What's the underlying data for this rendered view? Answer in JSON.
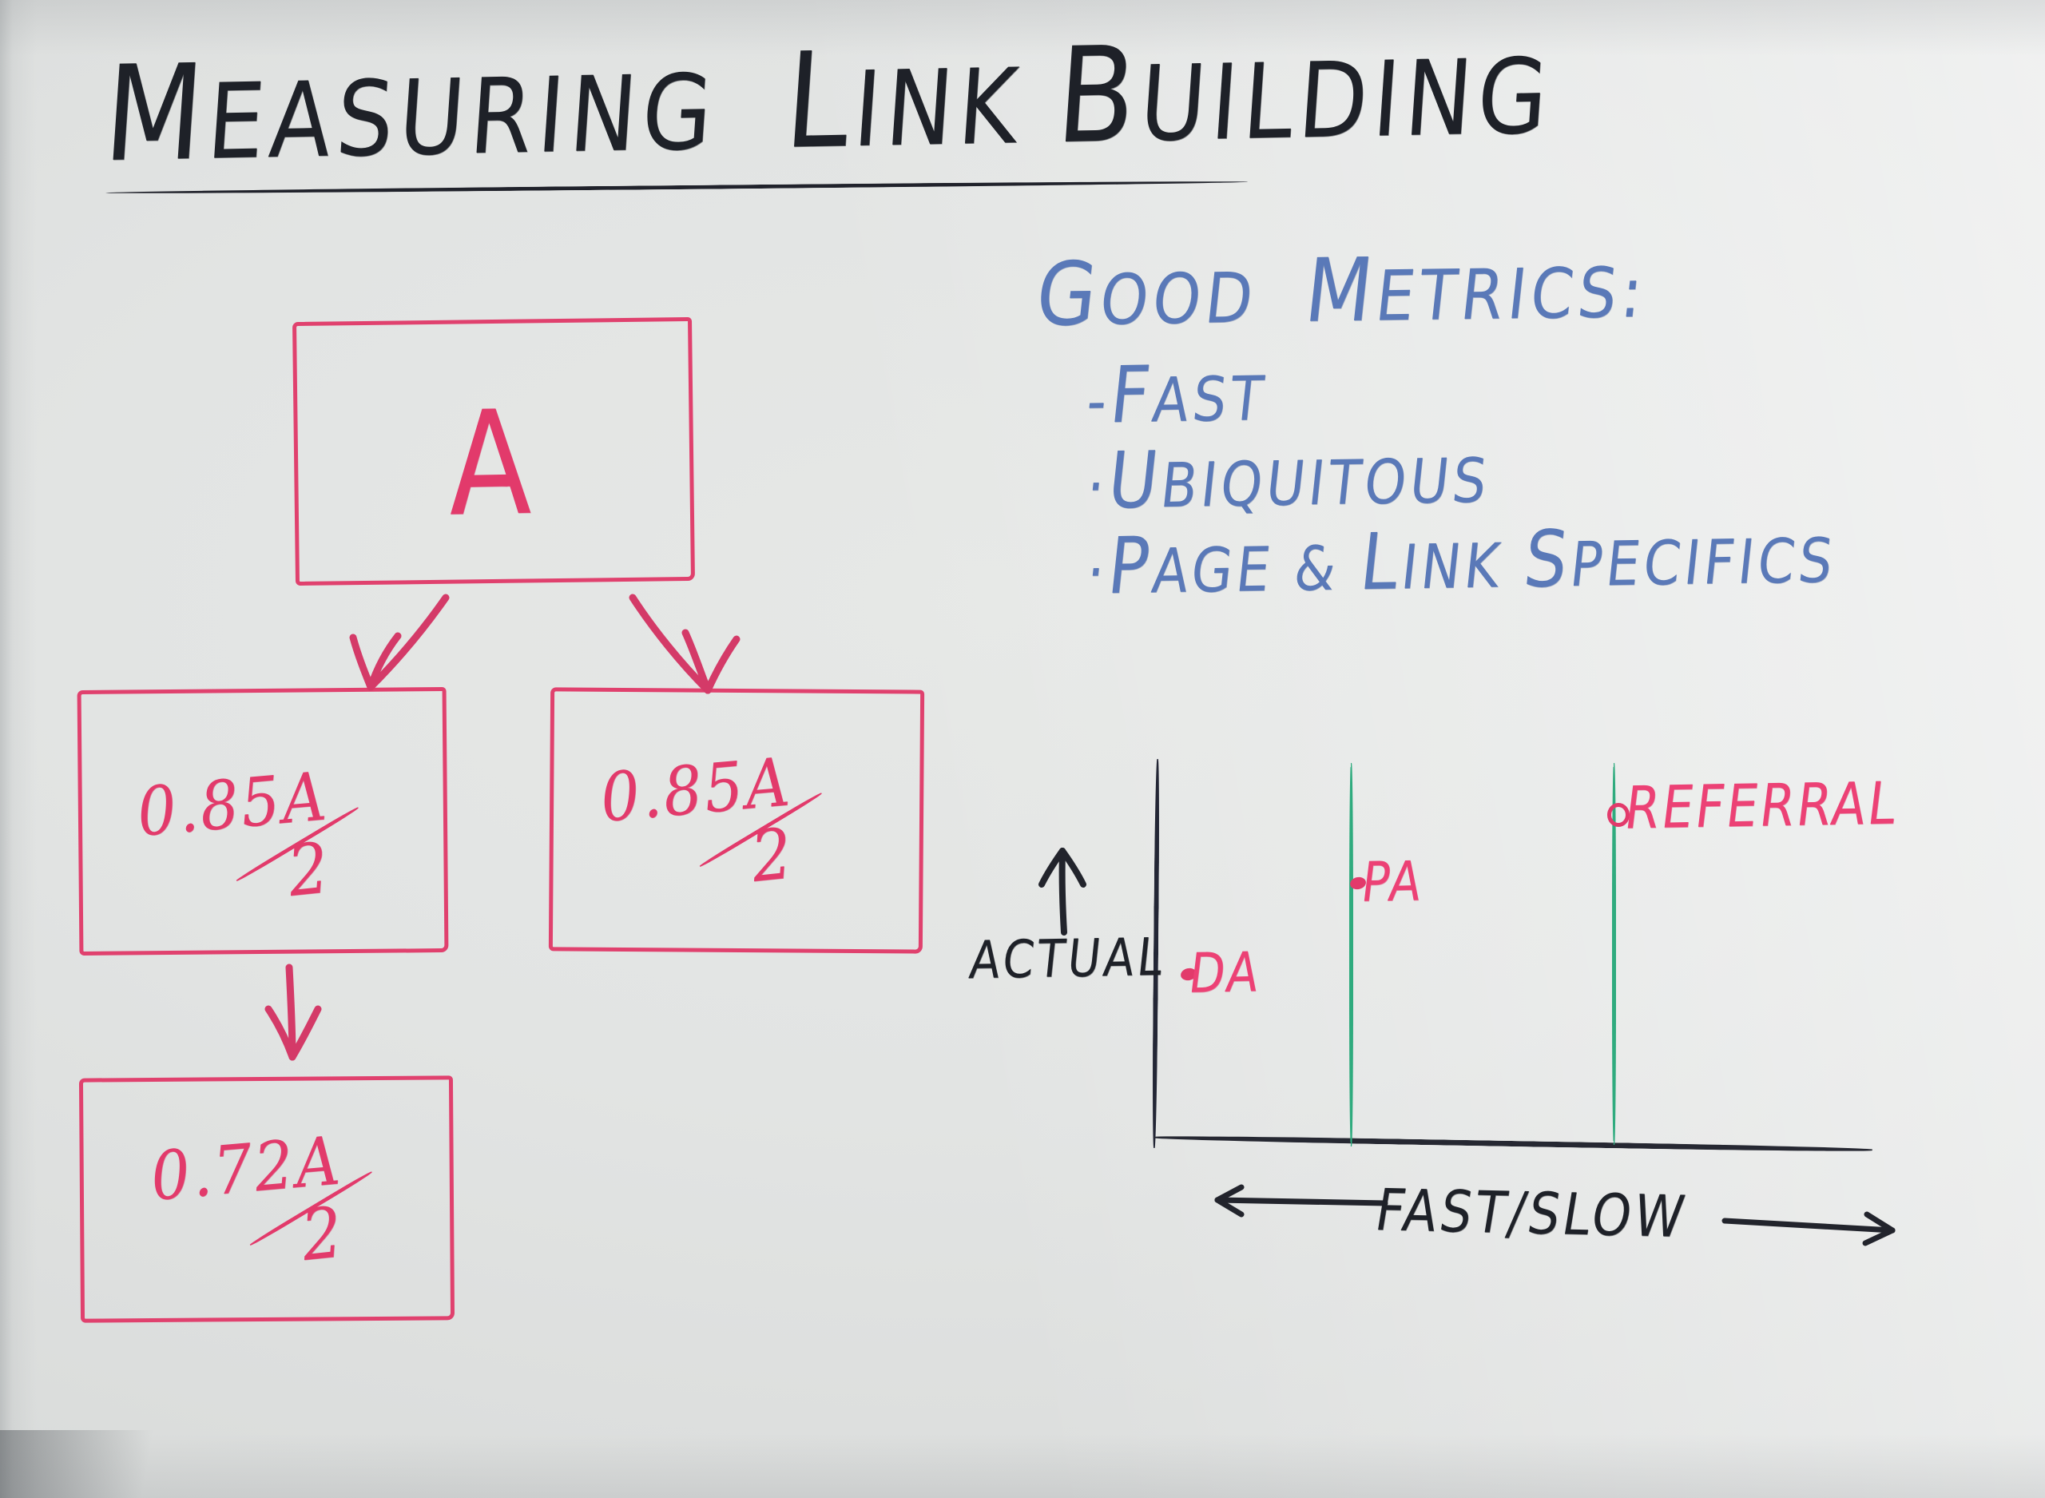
{
  "board": {
    "surface": "whiteboard",
    "ink_colors": {
      "black": "#1e2128",
      "red": "#e23a6b",
      "blue": "#5a79b8",
      "green": "#2fab7e"
    }
  },
  "title": {
    "text": "MEASURING LINK BUILDING",
    "parts": [
      "M",
      "EASURING",
      "L",
      "INK",
      "B",
      "UILDING"
    ]
  },
  "metrics": {
    "heading_cap": "G",
    "heading_rest": "OOD ",
    "heading_cap2": "M",
    "heading_rest2": "ETRICS:",
    "heading": "GOOD METRICS:",
    "items": [
      {
        "bullet": "-",
        "cap": "F",
        "rest": "AST",
        "text": "-FAST"
      },
      {
        "bullet": "·",
        "cap": "U",
        "rest": "BIQUITOUS",
        "text": "·UBIQUITOUS"
      },
      {
        "bullet": "·",
        "cap": "P",
        "rest": "AGE & ",
        "cap2": "L",
        "rest2": "INK ",
        "cap3": "S",
        "rest3": "PECIFICS",
        "text": "·PAGE & LINK SPECIFICS"
      }
    ]
  },
  "diagram": {
    "nodes": [
      {
        "id": "a",
        "label": "A",
        "numerator": "",
        "denominator": ""
      },
      {
        "id": "left",
        "label": "0.85A/2",
        "numerator": "0.85A",
        "denominator": "2"
      },
      {
        "id": "right",
        "label": "0.85A/2",
        "numerator": "0.85A",
        "denominator": "2"
      },
      {
        "id": "bottom",
        "label": "0.72A/2",
        "numerator": "0.72A",
        "denominator": "2"
      }
    ],
    "arrows": [
      {
        "from": "a",
        "to": "left",
        "direction": "down-left"
      },
      {
        "from": "a",
        "to": "right",
        "direction": "down-right"
      },
      {
        "from": "left",
        "to": "bottom",
        "direction": "down"
      }
    ]
  },
  "chart_data": {
    "type": "scatter",
    "title": "",
    "xlabel": "FAST/SLOW",
    "ylabel": "ACTUAL",
    "xlabel_full": "← FAST/SLOW →",
    "x_arrow_left": "←",
    "x_arrow_right": "→",
    "y_arrow": "↑",
    "grid": "vertical-dashed",
    "gridline_color": "#2fab7e",
    "gridlines_x": [
      0.33,
      0.66
    ],
    "legend": "none",
    "points": [
      {
        "label": "DA",
        "x": 0.08,
        "y": 0.52,
        "marker": "filled-dot",
        "color": "#e23a6b"
      },
      {
        "label": "PA",
        "x": 0.33,
        "y": 0.75,
        "marker": "filled-dot",
        "color": "#e23a6b"
      },
      {
        "label": "REFERRAL",
        "x": 0.66,
        "y": 0.96,
        "marker": "hollow-dot",
        "color": "#e23a6b"
      }
    ],
    "xlim": [
      0,
      1
    ],
    "ylim": [
      0,
      1
    ]
  }
}
